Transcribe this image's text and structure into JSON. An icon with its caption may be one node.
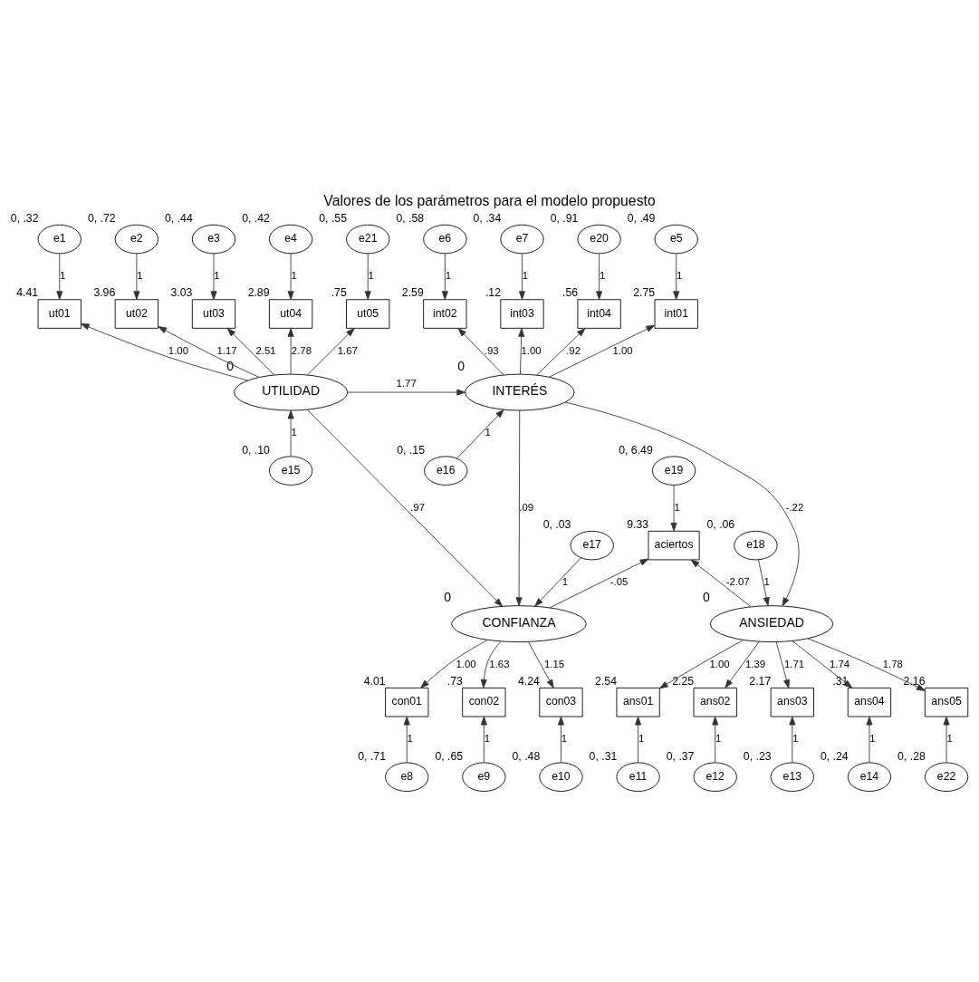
{
  "diagram": {
    "title": "Valores de los parámetros para el modelo propuesto",
    "nodes": [
      {
        "text": [
          "e1"
        ],
        "beside": [
          "0, .32"
        ]
      },
      {
        "text": [
          "e2"
        ],
        "beside": [
          "0, .72"
        ]
      },
      {
        "text": [
          "e3"
        ],
        "beside": [
          "0, .44"
        ]
      },
      {
        "text": [
          "e4"
        ],
        "beside": [
          "0, .42"
        ]
      },
      {
        "text": [
          "e21"
        ],
        "beside": [
          "0, .55"
        ]
      },
      {
        "text": [
          "e5"
        ],
        "beside": [
          "0, .49"
        ]
      },
      {
        "text": [
          "e6"
        ],
        "beside": [
          "0, .58"
        ]
      },
      {
        "text": [
          "e7"
        ],
        "beside": [
          "0, .34"
        ]
      },
      {
        "text": [
          "e20"
        ],
        "beside": [
          "0, .91"
        ]
      },
      {
        "text": [
          "ut01"
        ],
        "beside": [
          "4.41"
        ]
      },
      {
        "text": [
          "ut02"
        ],
        "beside": [
          "3.96"
        ]
      },
      {
        "text": [
          "ut03"
        ],
        "beside": [
          "3.03"
        ]
      },
      {
        "text": [
          "ut04"
        ],
        "beside": [
          "2.89"
        ]
      },
      {
        "text": [
          "ut05"
        ],
        "beside": [
          ".75"
        ]
      },
      {
        "text": [
          "int01"
        ],
        "beside": [
          "2.75"
        ]
      },
      {
        "text": [
          "int02"
        ],
        "beside": [
          "2.59"
        ]
      },
      {
        "text": [
          "int03"
        ],
        "beside": [
          ".12"
        ]
      },
      {
        "text": [
          "int04"
        ],
        "beside": [
          ".56"
        ]
      },
      {
        "text": [
          "UTILIDAD"
        ],
        "beside": [
          "0"
        ]
      },
      {
        "text": [
          "INTERÉS"
        ],
        "beside": [
          "0"
        ]
      },
      {
        "text": [
          "e15"
        ],
        "beside": [
          "0, .10"
        ]
      },
      {
        "text": [
          "e16"
        ],
        "beside": [
          "0, .15"
        ]
      },
      {
        "text": [
          "e19"
        ],
        "beside": [
          "0, 6.49"
        ]
      },
      {
        "text": [
          "aciertos"
        ],
        "beside": [
          "9.33"
        ]
      },
      {
        "text": [
          "e17"
        ],
        "beside": [
          "0, .03"
        ]
      },
      {
        "text": [
          "e18"
        ],
        "beside": [
          "0, .06"
        ]
      },
      {
        "text": [
          "CONFIANZA"
        ],
        "beside": [
          "0"
        ]
      },
      {
        "text": [
          "ANSIEDAD"
        ],
        "beside": [
          "0"
        ]
      },
      {
        "text": [
          "con01"
        ],
        "beside": [
          "4.01"
        ]
      },
      {
        "text": [
          "con02"
        ],
        "beside": [
          ".73"
        ]
      },
      {
        "text": [
          "con03"
        ],
        "beside": [
          "4.24"
        ]
      },
      {
        "text": [
          "ans01"
        ],
        "beside": [
          "2.54"
        ]
      },
      {
        "text": [
          "ans02"
        ],
        "beside": [
          "2.25"
        ]
      },
      {
        "text": [
          "ans03"
        ],
        "beside": [
          "2.17"
        ]
      },
      {
        "text": [
          "ans04"
        ],
        "beside": [
          ".31"
        ]
      },
      {
        "text": [
          "ans05"
        ],
        "beside": [
          "2.16"
        ]
      },
      {
        "text": [
          "e8"
        ],
        "beside": [
          "0, .71"
        ]
      },
      {
        "text": [
          "e9"
        ],
        "beside": [
          "0, .65"
        ]
      },
      {
        "text": [
          "e10"
        ],
        "beside": [
          "0, .48"
        ]
      },
      {
        "text": [
          "e11"
        ],
        "beside": [
          "0, .31"
        ]
      },
      {
        "text": [
          "e12"
        ],
        "beside": [
          "0, .37"
        ]
      },
      {
        "text": [
          "e13"
        ],
        "beside": [
          "0, .23"
        ]
      },
      {
        "text": [
          "e14"
        ],
        "beside": [
          "0, .24"
        ]
      },
      {
        "text": [
          "e22"
        ],
        "beside": [
          "0, .28"
        ]
      }
    ],
    "edges": [
      {
        "from": 0,
        "to": 9,
        "arrow": "to",
        "label": "1"
      },
      {
        "from": 1,
        "to": 10,
        "arrow": "to",
        "label": "1"
      },
      {
        "from": 2,
        "to": 11,
        "arrow": "to",
        "label": "1"
      },
      {
        "from": 3,
        "to": 12,
        "arrow": "to",
        "label": "1"
      },
      {
        "from": 4,
        "to": 13,
        "arrow": "to",
        "label": "1"
      },
      {
        "from": 5,
        "to": 14,
        "arrow": "to",
        "label": "1"
      },
      {
        "from": 6,
        "to": 15,
        "arrow": "to",
        "label": "1"
      },
      {
        "from": 7,
        "to": 16,
        "arrow": "to",
        "label": "1"
      },
      {
        "from": 8,
        "to": 17,
        "arrow": "to",
        "label": "1"
      },
      {
        "from": 18,
        "to": 9,
        "arrow": "to",
        "label": "1.00"
      },
      {
        "from": 18,
        "to": 10,
        "arrow": "to",
        "label": "1.17"
      },
      {
        "from": 18,
        "to": 11,
        "arrow": "to",
        "label": "2.51"
      },
      {
        "from": 18,
        "to": 12,
        "arrow": "to",
        "label": "2.78"
      },
      {
        "from": 18,
        "to": 13,
        "arrow": "to",
        "label": "1.67"
      },
      {
        "from": 19,
        "to": 14,
        "arrow": "to",
        "label": "1.00"
      },
      {
        "from": 19,
        "to": 15,
        "arrow": "to",
        "label": ".93"
      },
      {
        "from": 19,
        "to": 16,
        "arrow": "to",
        "label": "1.00"
      },
      {
        "from": 19,
        "to": 17,
        "arrow": "to",
        "label": ".92"
      },
      {
        "from": 20,
        "to": 18,
        "arrow": "to",
        "label": "1"
      },
      {
        "from": 21,
        "to": 19,
        "arrow": "to",
        "label": "1"
      },
      {
        "from": 18,
        "to": 19,
        "arrow": "to",
        "label": "1.77"
      },
      {
        "from": 18,
        "to": 26,
        "arrow": "to",
        "label": ".97"
      },
      {
        "from": 19,
        "to": 26,
        "arrow": "to",
        "label": ".09"
      },
      {
        "from": 19,
        "to": 27,
        "arrow": "to",
        "label": "-.22"
      },
      {
        "from": 22,
        "to": 23,
        "arrow": "to",
        "label": "1"
      },
      {
        "from": 26,
        "to": 23,
        "arrow": "to",
        "label": "-.05"
      },
      {
        "from": 27,
        "to": 23,
        "arrow": "to",
        "label": "-2.07"
      },
      {
        "from": 24,
        "to": 26,
        "arrow": "to",
        "label": "1"
      },
      {
        "from": 25,
        "to": 27,
        "arrow": "to",
        "label": "1"
      },
      {
        "from": 26,
        "to": 28,
        "arrow": "to",
        "label": "1.00"
      },
      {
        "from": 26,
        "to": 29,
        "arrow": "to",
        "label": "1.63"
      },
      {
        "from": 26,
        "to": 30,
        "arrow": "to",
        "label": "1.15"
      },
      {
        "from": 27,
        "to": 31,
        "arrow": "to",
        "label": "1.00"
      },
      {
        "from": 27,
        "to": 32,
        "arrow": "to",
        "label": "1.39"
      },
      {
        "from": 27,
        "to": 33,
        "arrow": "to",
        "label": "1.71"
      },
      {
        "from": 27,
        "to": 34,
        "arrow": "to",
        "label": "1.74"
      },
      {
        "from": 27,
        "to": 35,
        "arrow": "to",
        "label": "1.78"
      },
      {
        "from": 36,
        "to": 28,
        "arrow": "to",
        "label": "1"
      },
      {
        "from": 37,
        "to": 29,
        "arrow": "to",
        "label": "1"
      },
      {
        "from": 38,
        "to": 30,
        "arrow": "to",
        "label": "1"
      },
      {
        "from": 39,
        "to": 31,
        "arrow": "to",
        "label": "1"
      },
      {
        "from": 40,
        "to": 32,
        "arrow": "to",
        "label": "1"
      },
      {
        "from": 41,
        "to": 33,
        "arrow": "to",
        "label": "1"
      },
      {
        "from": 42,
        "to": 34,
        "arrow": "to",
        "label": "1"
      },
      {
        "from": 43,
        "to": 35,
        "arrow": "to",
        "label": "1"
      }
    ]
  }
}
